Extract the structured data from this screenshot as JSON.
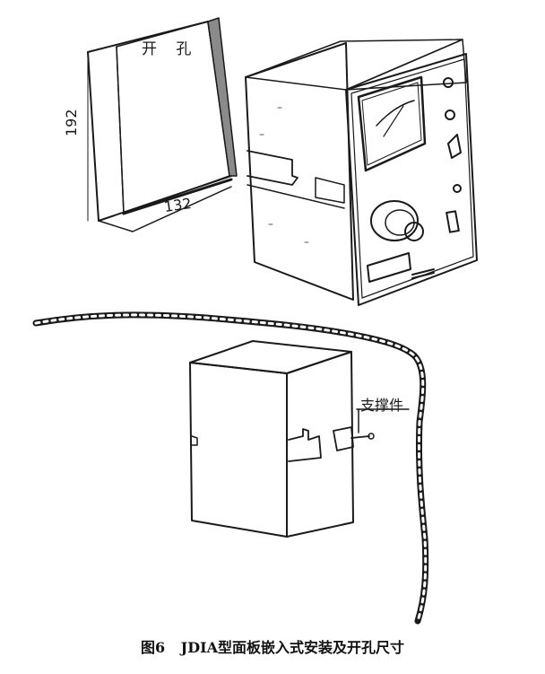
{
  "labels": {
    "cutout": "开 孔",
    "height": "192",
    "width": "132",
    "support": "支撑件"
  },
  "caption": {
    "figure_no": "图6",
    "text": "JDIA型面板嵌入式安装及开孔尺寸"
  }
}
